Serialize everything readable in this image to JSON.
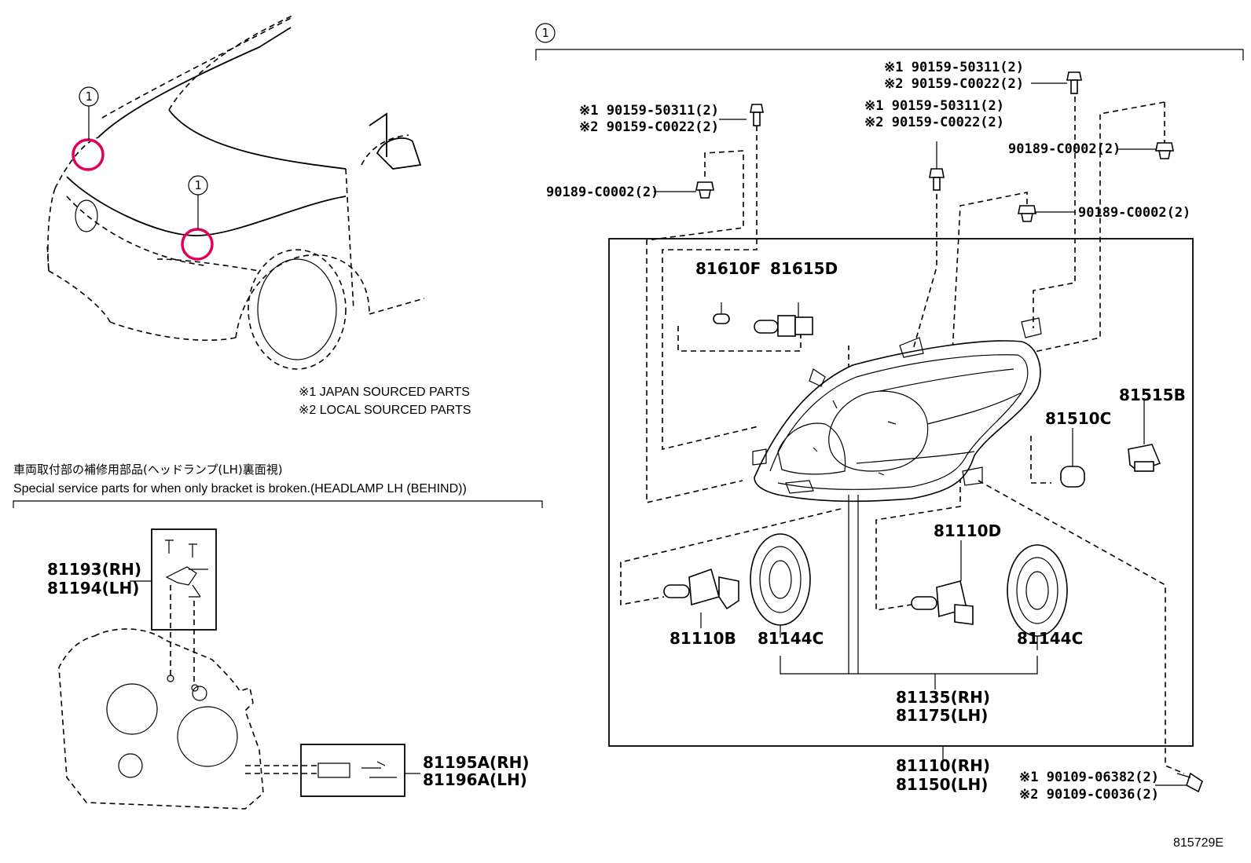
{
  "diagram": {
    "circle_mark": "1",
    "notes": [
      "※1 JAPAN SOURCED PARTS",
      "※2 LOCAL SOURCED PARTS"
    ],
    "special": {
      "jp": "車両取付部の補修用部品(ヘッドランプ(LH)裏面視)",
      "en": "Special service parts for when only bracket is broken.(HEADLAMP LH (BEHIND))"
    },
    "labels": {
      "bolt_a_1": "※1 90159-50311(2)",
      "bolt_a_2": "※2 90159-C0022(2)",
      "bolt_b_1": "※1 90159-50311(2)",
      "bolt_b_2": "※2 90159-C0022(2)",
      "bolt_c_1": "※1 90159-50311(2)",
      "bolt_c_2": "※2 90159-C0022(2)",
      "clip_left": "90189-C0002(2)",
      "clip_right_top": "90189-C0002(2)",
      "clip_right_mid": "90189-C0002(2)",
      "p81610F": "81610F",
      "p81615D": "81615D",
      "p81515B": "81515B",
      "p81510C": "81510C",
      "p81110D": "81110D",
      "p81110B": "81110B",
      "p81144C_a": "81144C",
      "p81144C_b": "81144C",
      "p81135": "81135(RH)",
      "p81175": "81175(LH)",
      "p81110": "81110(RH)",
      "p81150": "81150(LH)",
      "screw_1": "※1 90109-06382(2)",
      "screw_2": "※2 90109-C0036(2)",
      "p81193": "81193(RH)",
      "p81194": "81194(LH)",
      "p81195A": "81195A(RH)",
      "p81196A": "81196A(LH)",
      "figure_id": "815729E"
    }
  }
}
